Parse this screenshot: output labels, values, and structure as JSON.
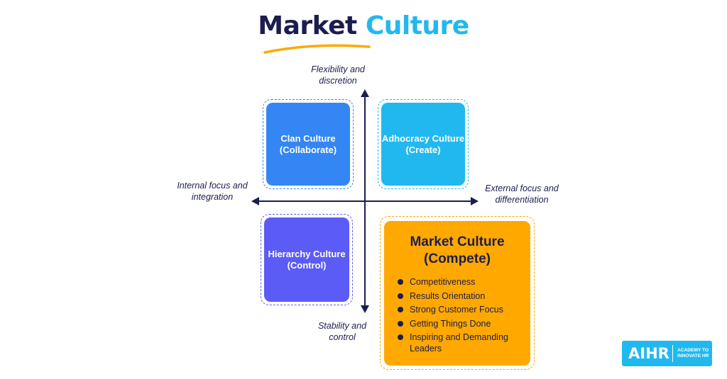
{
  "header": {
    "title_word1": "Market",
    "title_word2": "Culture"
  },
  "axes": {
    "top": "Flexibility and discretion",
    "bottom": "Stability and control",
    "left": "Internal focus and integration",
    "right": "External focus and differentiation"
  },
  "quadrants": {
    "clan": {
      "line1": "Clan Culture",
      "line2": "(Collaborate)",
      "color": "#3486f5"
    },
    "adhocracy": {
      "line1": "Adhocracy Culture",
      "line2": "(Create)",
      "color": "#21b8f0"
    },
    "hierarchy": {
      "line1": "Hierarchy Culture",
      "line2": "(Control)",
      "color": "#5b5cf6"
    },
    "market": {
      "line1": "Market Culture",
      "line2": "(Compete)",
      "color": "#ffa800",
      "items": [
        "Competitiveness",
        "Results Orientation",
        "Strong Customer Focus",
        "Getting Things Done",
        "Inspiring and Demanding Leaders"
      ]
    }
  },
  "logo": {
    "main": "AIHR",
    "sub_line1": "ACADEMY TO",
    "sub_line2": "INNOVATE HR"
  },
  "colors": {
    "navy": "#1c1d4f",
    "cyan": "#21b8f0",
    "orange": "#ffa800"
  }
}
